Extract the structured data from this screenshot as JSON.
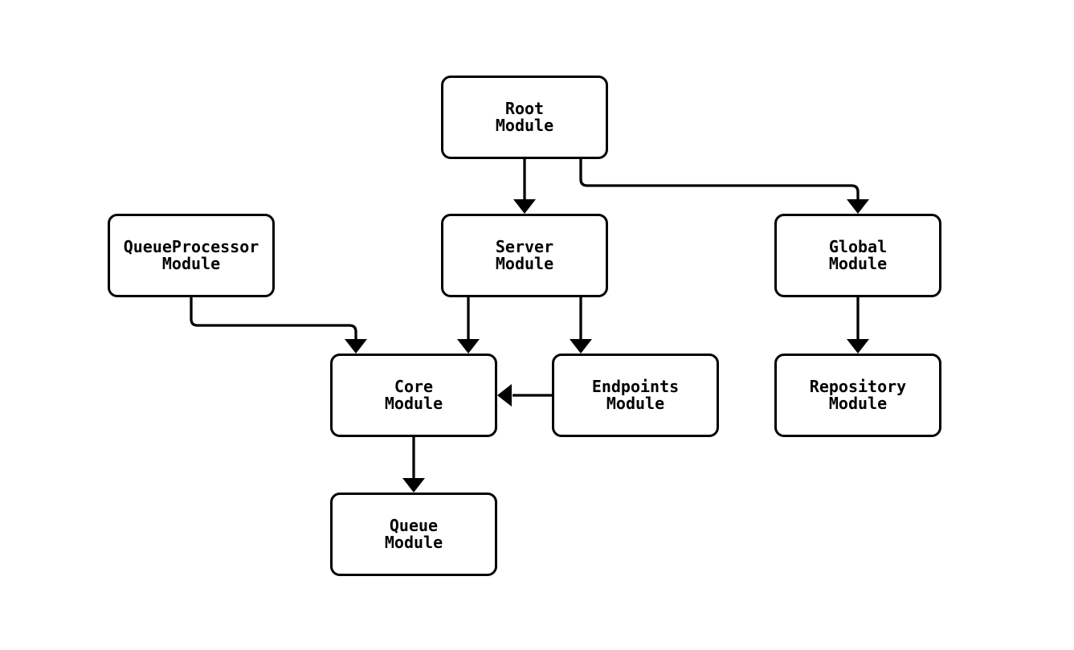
{
  "diagram": {
    "kind": "module-dependency-flowchart",
    "background_color": "#ffffff",
    "node_fill_color": "#ffffff",
    "node_border_color": "#000000",
    "edge_color": "#000000",
    "text_color": "#000000",
    "nodes": [
      {
        "id": "root",
        "line1": "Root",
        "line2": "Module"
      },
      {
        "id": "queueProcessor",
        "line1": "QueueProcessor",
        "line2": "Module"
      },
      {
        "id": "server",
        "line1": "Server",
        "line2": "Module"
      },
      {
        "id": "global",
        "line1": "Global",
        "line2": "Module"
      },
      {
        "id": "core",
        "line1": "Core",
        "line2": "Module"
      },
      {
        "id": "endpoints",
        "line1": "Endpoints",
        "line2": "Module"
      },
      {
        "id": "repository",
        "line1": "Repository",
        "line2": "Module"
      },
      {
        "id": "queue",
        "line1": "Queue",
        "line2": "Module"
      }
    ],
    "edges": [
      {
        "from": "Root Module",
        "to": "Server Module"
      },
      {
        "from": "Root Module",
        "to": "Global Module"
      },
      {
        "from": "QueueProcessor Module",
        "to": "Core Module"
      },
      {
        "from": "Server Module",
        "to": "Core Module"
      },
      {
        "from": "Server Module",
        "to": "Endpoints Module"
      },
      {
        "from": "Endpoints Module",
        "to": "Core Module"
      },
      {
        "from": "Core Module",
        "to": "Queue Module"
      },
      {
        "from": "Global Module",
        "to": "Repository Module"
      }
    ]
  }
}
